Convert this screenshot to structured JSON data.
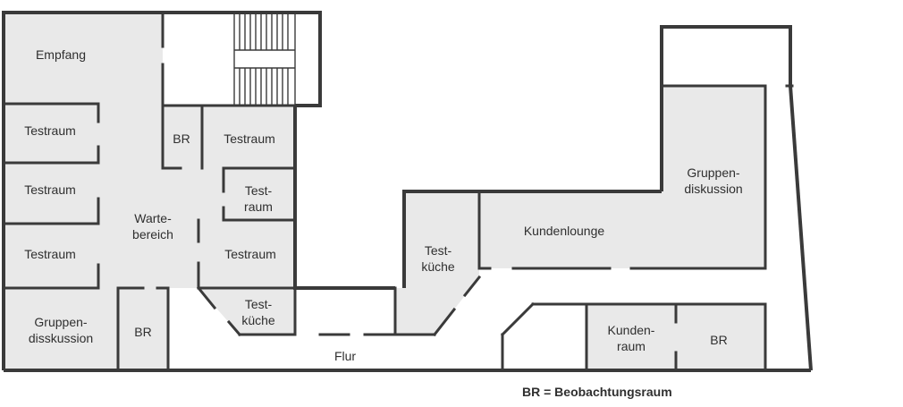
{
  "rooms": {
    "empfang": "Empfang",
    "testraum_1": "Testraum",
    "testraum_2": "Testraum",
    "testraum_3": "Testraum",
    "testraum_4": "Testraum",
    "testraum_5": "Testraum",
    "gruppendisk_left_1": "Gruppen-",
    "gruppendisk_left_2": "disskussion",
    "br_top": "BR",
    "br_bottom_left": "BR",
    "br_right": "BR",
    "warte_1": "Warte-",
    "warte_2": "bereich",
    "testraum_small_1": "Test-",
    "testraum_small_2": "raum",
    "testkueche_small_1": "Test-",
    "testkueche_small_2": "küche",
    "testkueche_mid_1": "Test-",
    "testkueche_mid_2": "küche",
    "kundenlounge": "Kundenlounge",
    "gruppendisk_right_1": "Gruppen-",
    "gruppendisk_right_2": "diskussion",
    "kundenraum_1": "Kunden-",
    "kundenraum_2": "raum",
    "flur": "Flur"
  },
  "legend": "BR = Beobachtungsraum",
  "colors": {
    "room_fill": "#e9e9e9",
    "wall": "#3a3a3a",
    "text": "#2f2f2f"
  }
}
